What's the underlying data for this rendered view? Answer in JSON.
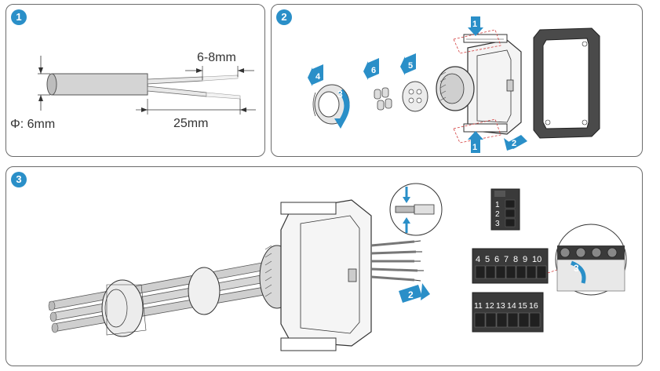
{
  "steps": [
    {
      "number": "1"
    },
    {
      "number": "2"
    },
    {
      "number": "3"
    }
  ],
  "step1": {
    "strip_length": "6-8mm",
    "strip_total": "25mm",
    "diameter": "Φ: 6mm"
  },
  "step2": {
    "callouts": [
      "4",
      "6",
      "5",
      "3",
      "1",
      "1",
      "2"
    ]
  },
  "step3": {
    "callouts": [
      "2",
      "3"
    ],
    "terminal_small": [
      "1",
      "2",
      "3"
    ],
    "terminal_top": [
      "4",
      "5",
      "6",
      "7",
      "8",
      "9",
      "10"
    ],
    "terminal_bottom": [
      "11",
      "12",
      "13",
      "14",
      "15",
      "16"
    ]
  },
  "colors": {
    "accent": "#2a8fc8",
    "outline": "#333333",
    "cable": "#c8c8c8",
    "guide_red": "#d23c3c"
  }
}
